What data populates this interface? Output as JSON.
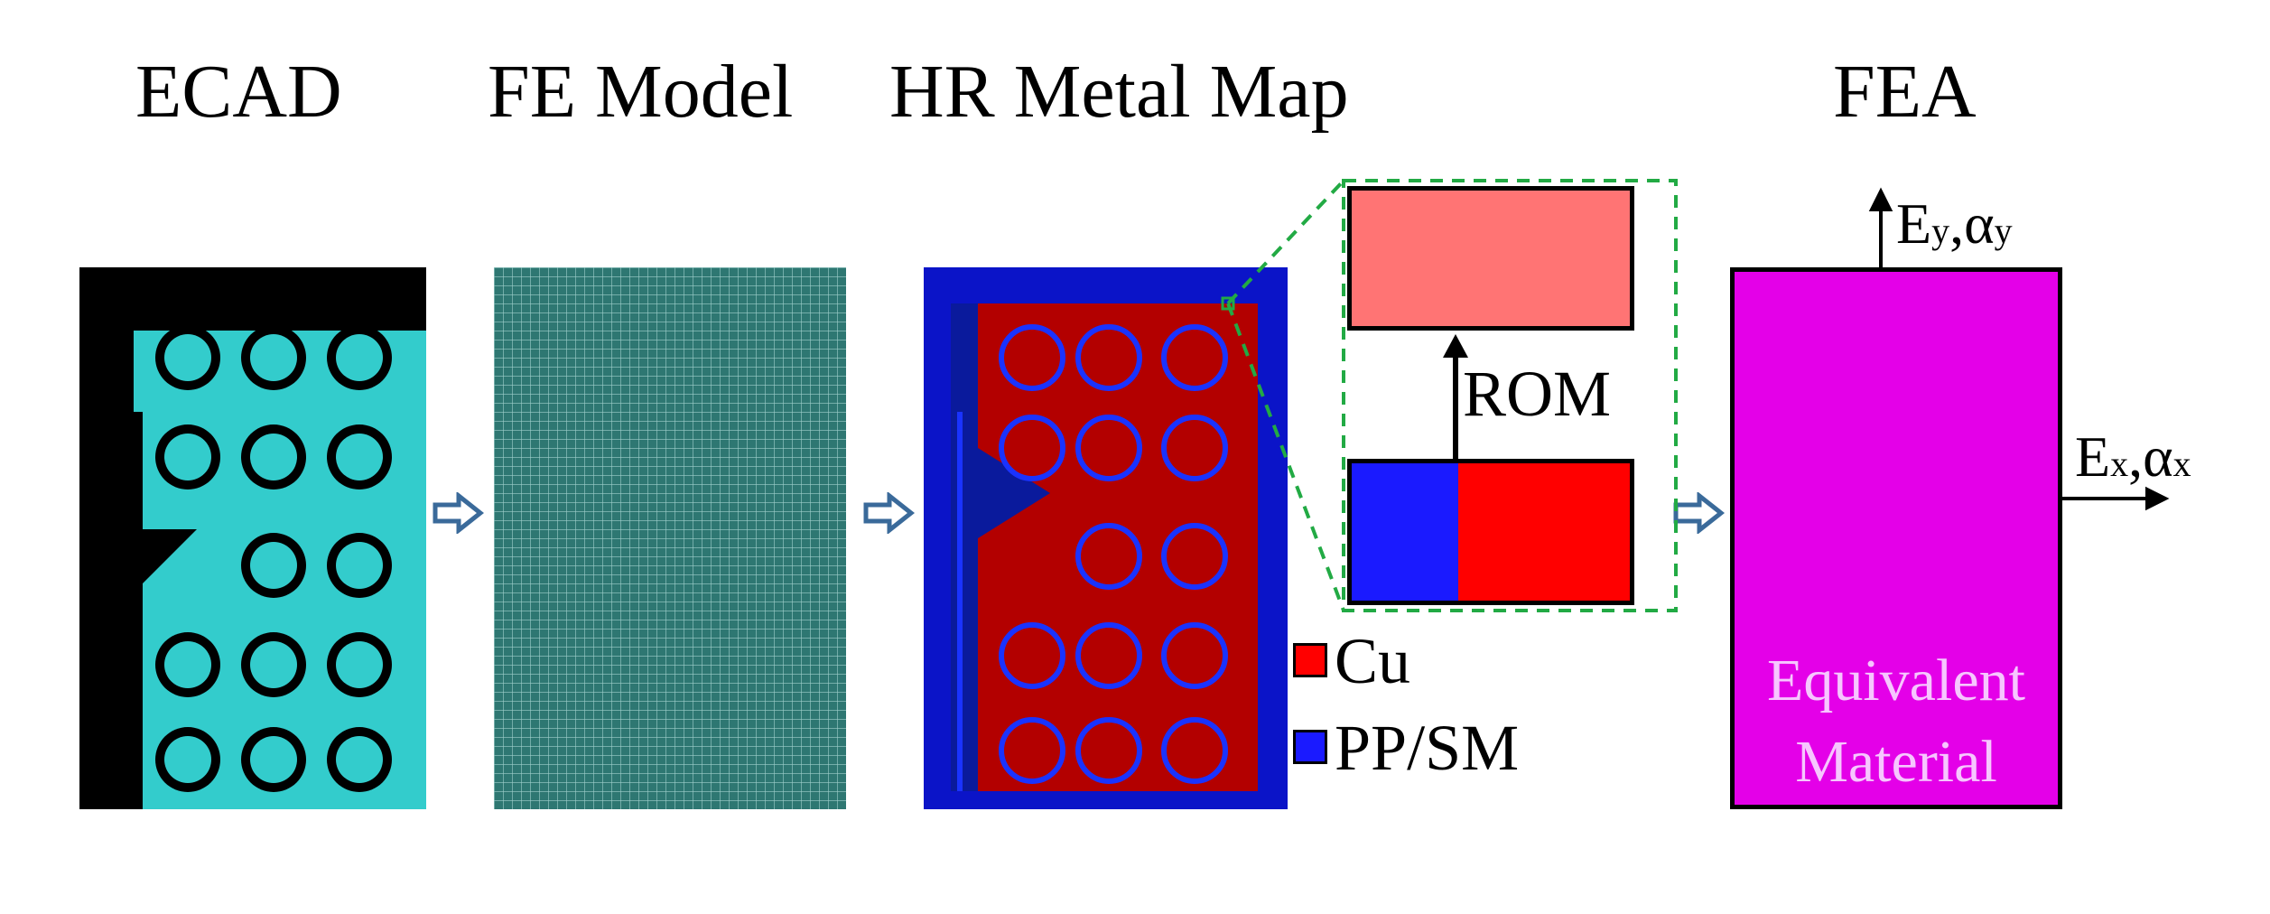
{
  "titles": {
    "ecad": "ECAD",
    "fe_model": "FE Model",
    "hr_metal_map": "HR Metal Map",
    "fea": "FEA"
  },
  "rom_label": "ROM",
  "legend": [
    {
      "label": "Cu",
      "color": "#ff0000"
    },
    {
      "label": "PP/SM",
      "color": "#1a1aff"
    }
  ],
  "fea_panel": {
    "line1": "Equivalent",
    "line2": "Material",
    "color": "#e400e8"
  },
  "axes": {
    "y_main": "E",
    "y_sub1": "y",
    "y_mid": ",α",
    "y_sub2": "y",
    "x_main": "E",
    "x_sub1": "x",
    "x_mid": ",α",
    "x_sub2": "x"
  },
  "colors": {
    "ecad_trace": "#33cccc",
    "fe_mesh": "#2e7772",
    "hr_copper": "#b30000",
    "hr_dielectric": "#0b14c8",
    "zoom_outline": "#22aa44",
    "flow_arrow": "#3a6a9a"
  }
}
